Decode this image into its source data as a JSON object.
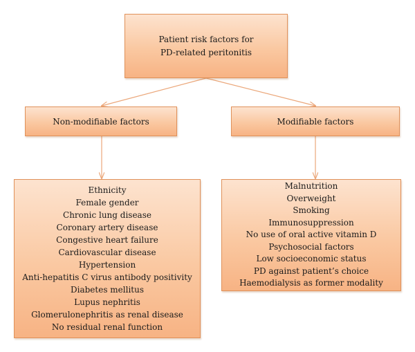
{
  "root": {
    "line1": "Patient risk factors for",
    "line2": "PD-related peritonitis"
  },
  "branches": [
    {
      "label": "Non-modifiable factors",
      "items": [
        "Ethnicity",
        "Female gender",
        "Chronic lung disease",
        "Coronary artery disease",
        "Congestive heart failure",
        "Cardiovascular disease",
        "Hypertension",
        "Anti-hepatitis C virus antibody positivity",
        "Diabetes mellitus",
        "Lupus nephritis",
        "Glomerulonephritis as renal disease",
        "No residual renal function"
      ]
    },
    {
      "label": "Modifiable factors",
      "items": [
        "Malnutrition",
        "Overweight",
        "Smoking",
        "Immunosuppression",
        "No use of oral active vitamin D",
        "Psychosocial factors",
        "Low socioeconomic status",
        "PD against patient’s choice",
        "Haemodialysis as former modality"
      ]
    }
  ],
  "colors": {
    "box_fill_top": "#fde3cf",
    "box_fill_bottom": "#f7b384",
    "border": "#e0915a",
    "arrow": "#eba77a"
  }
}
